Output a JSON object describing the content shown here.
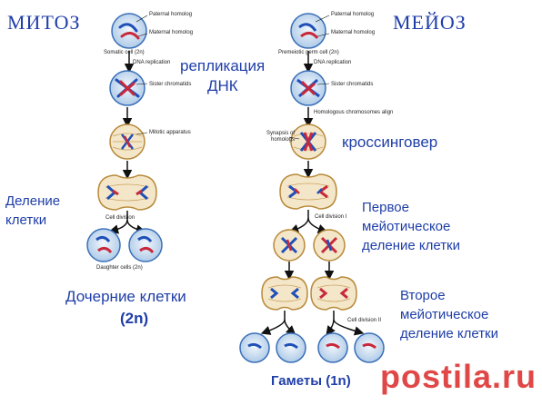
{
  "titles": {
    "mitosis": "МИТОЗ",
    "meiosis": "МЕЙОЗ"
  },
  "russian_labels": {
    "replication_1": "репликация",
    "replication_2": "ДНК",
    "crossing_over": "кроссинговер",
    "cell_division_1": "Деление",
    "cell_division_2": "клетки",
    "first_meiotic_1": "Первое",
    "first_meiotic_2": "мейотическое",
    "first_meiotic_3": "деление клетки",
    "daughter_cells": "Дочерние клетки",
    "daughter_ploidy": "(2n)",
    "second_meiotic_1": "Второе",
    "second_meiotic_2": "мейотическое",
    "second_meiotic_3": "деление клетки",
    "gametes": "Гаметы  (1n)"
  },
  "english_labels": {
    "paternal_homolog": "Paternal homolog",
    "maternal_homolog": "Maternal homolog",
    "somatic_cell": "Somatic cell (2n)",
    "premeiotic_cell": "Premeiotic germ cell (2n)",
    "dna_replication": "DNA replication",
    "sister_chromatids": "Sister chromatids",
    "homologous_align": "Homologous chromosomes align",
    "synapsis": "Synapsis of homologs",
    "mitotic_apparatus": "Mitotic apparatus",
    "cell_division": "Cell division",
    "cell_division_i": "Cell division I",
    "cell_division_ii": "Cell division II",
    "daughter_cells_2n": "Daughter cells (2n)"
  },
  "watermark": "postila.ru",
  "colors": {
    "text": "#1f3ea8",
    "paternal": "#1f4fb8",
    "maternal": "#c8283c",
    "cell_fill": "#d6e6f5",
    "cell_stroke": "#3a6fb8",
    "watermark": "#e04848"
  }
}
